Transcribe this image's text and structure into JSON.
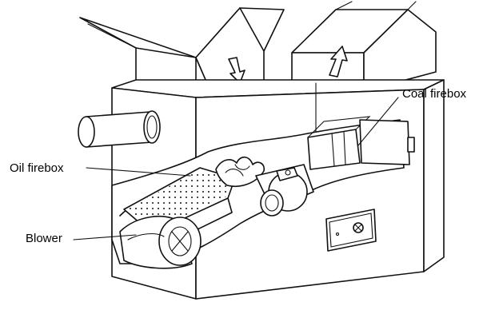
{
  "labels": {
    "coal_firebox": "Coal firebox",
    "oil_firebox": "Oil firebox",
    "blower": "Blower"
  },
  "colors": {
    "line": "#111111",
    "background": "#ffffff"
  }
}
